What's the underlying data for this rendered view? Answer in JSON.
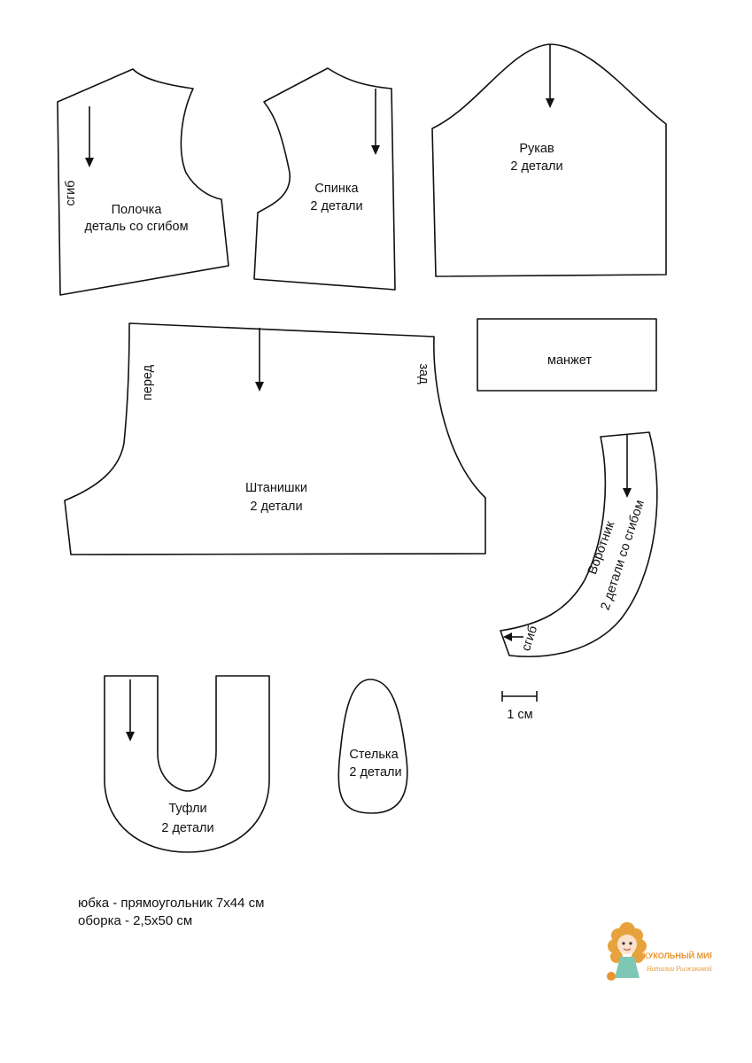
{
  "pieces": {
    "front": {
      "name": "Полочка",
      "count": "деталь со сгибом",
      "fold": "сгиб"
    },
    "back": {
      "name": "Спинка",
      "count": "2 детали"
    },
    "sleeve": {
      "name": "Рукав",
      "count": "2 детали"
    },
    "cuff": {
      "name": "манжет"
    },
    "pants": {
      "name": "Штанишки",
      "count": "2 детали",
      "front_side": "перед",
      "back_side": "зад"
    },
    "collar": {
      "name": "Воротник",
      "count": "2 детали со сгибом",
      "fold": "сгиб"
    },
    "shoes": {
      "name": "Туфли",
      "count": "2 детали"
    },
    "insole": {
      "name": "Стелька",
      "count": "2 детали"
    }
  },
  "scale": {
    "label": "1 см"
  },
  "notes": {
    "skirt": "юбка - прямоугольник 7х44 см",
    "frill": "оборка - 2,5х50 см"
  },
  "logo": {
    "icon": "curly-girl-doll-icon",
    "line1": "КУКОЛЬНЫЙ МИР",
    "line2": "Наталии Рыжиковой"
  },
  "colors": {
    "outline": "#111111",
    "logo_hair": "#e8a23c",
    "logo_text": "#e8952f",
    "logo_dress": "#7fc7b5"
  }
}
